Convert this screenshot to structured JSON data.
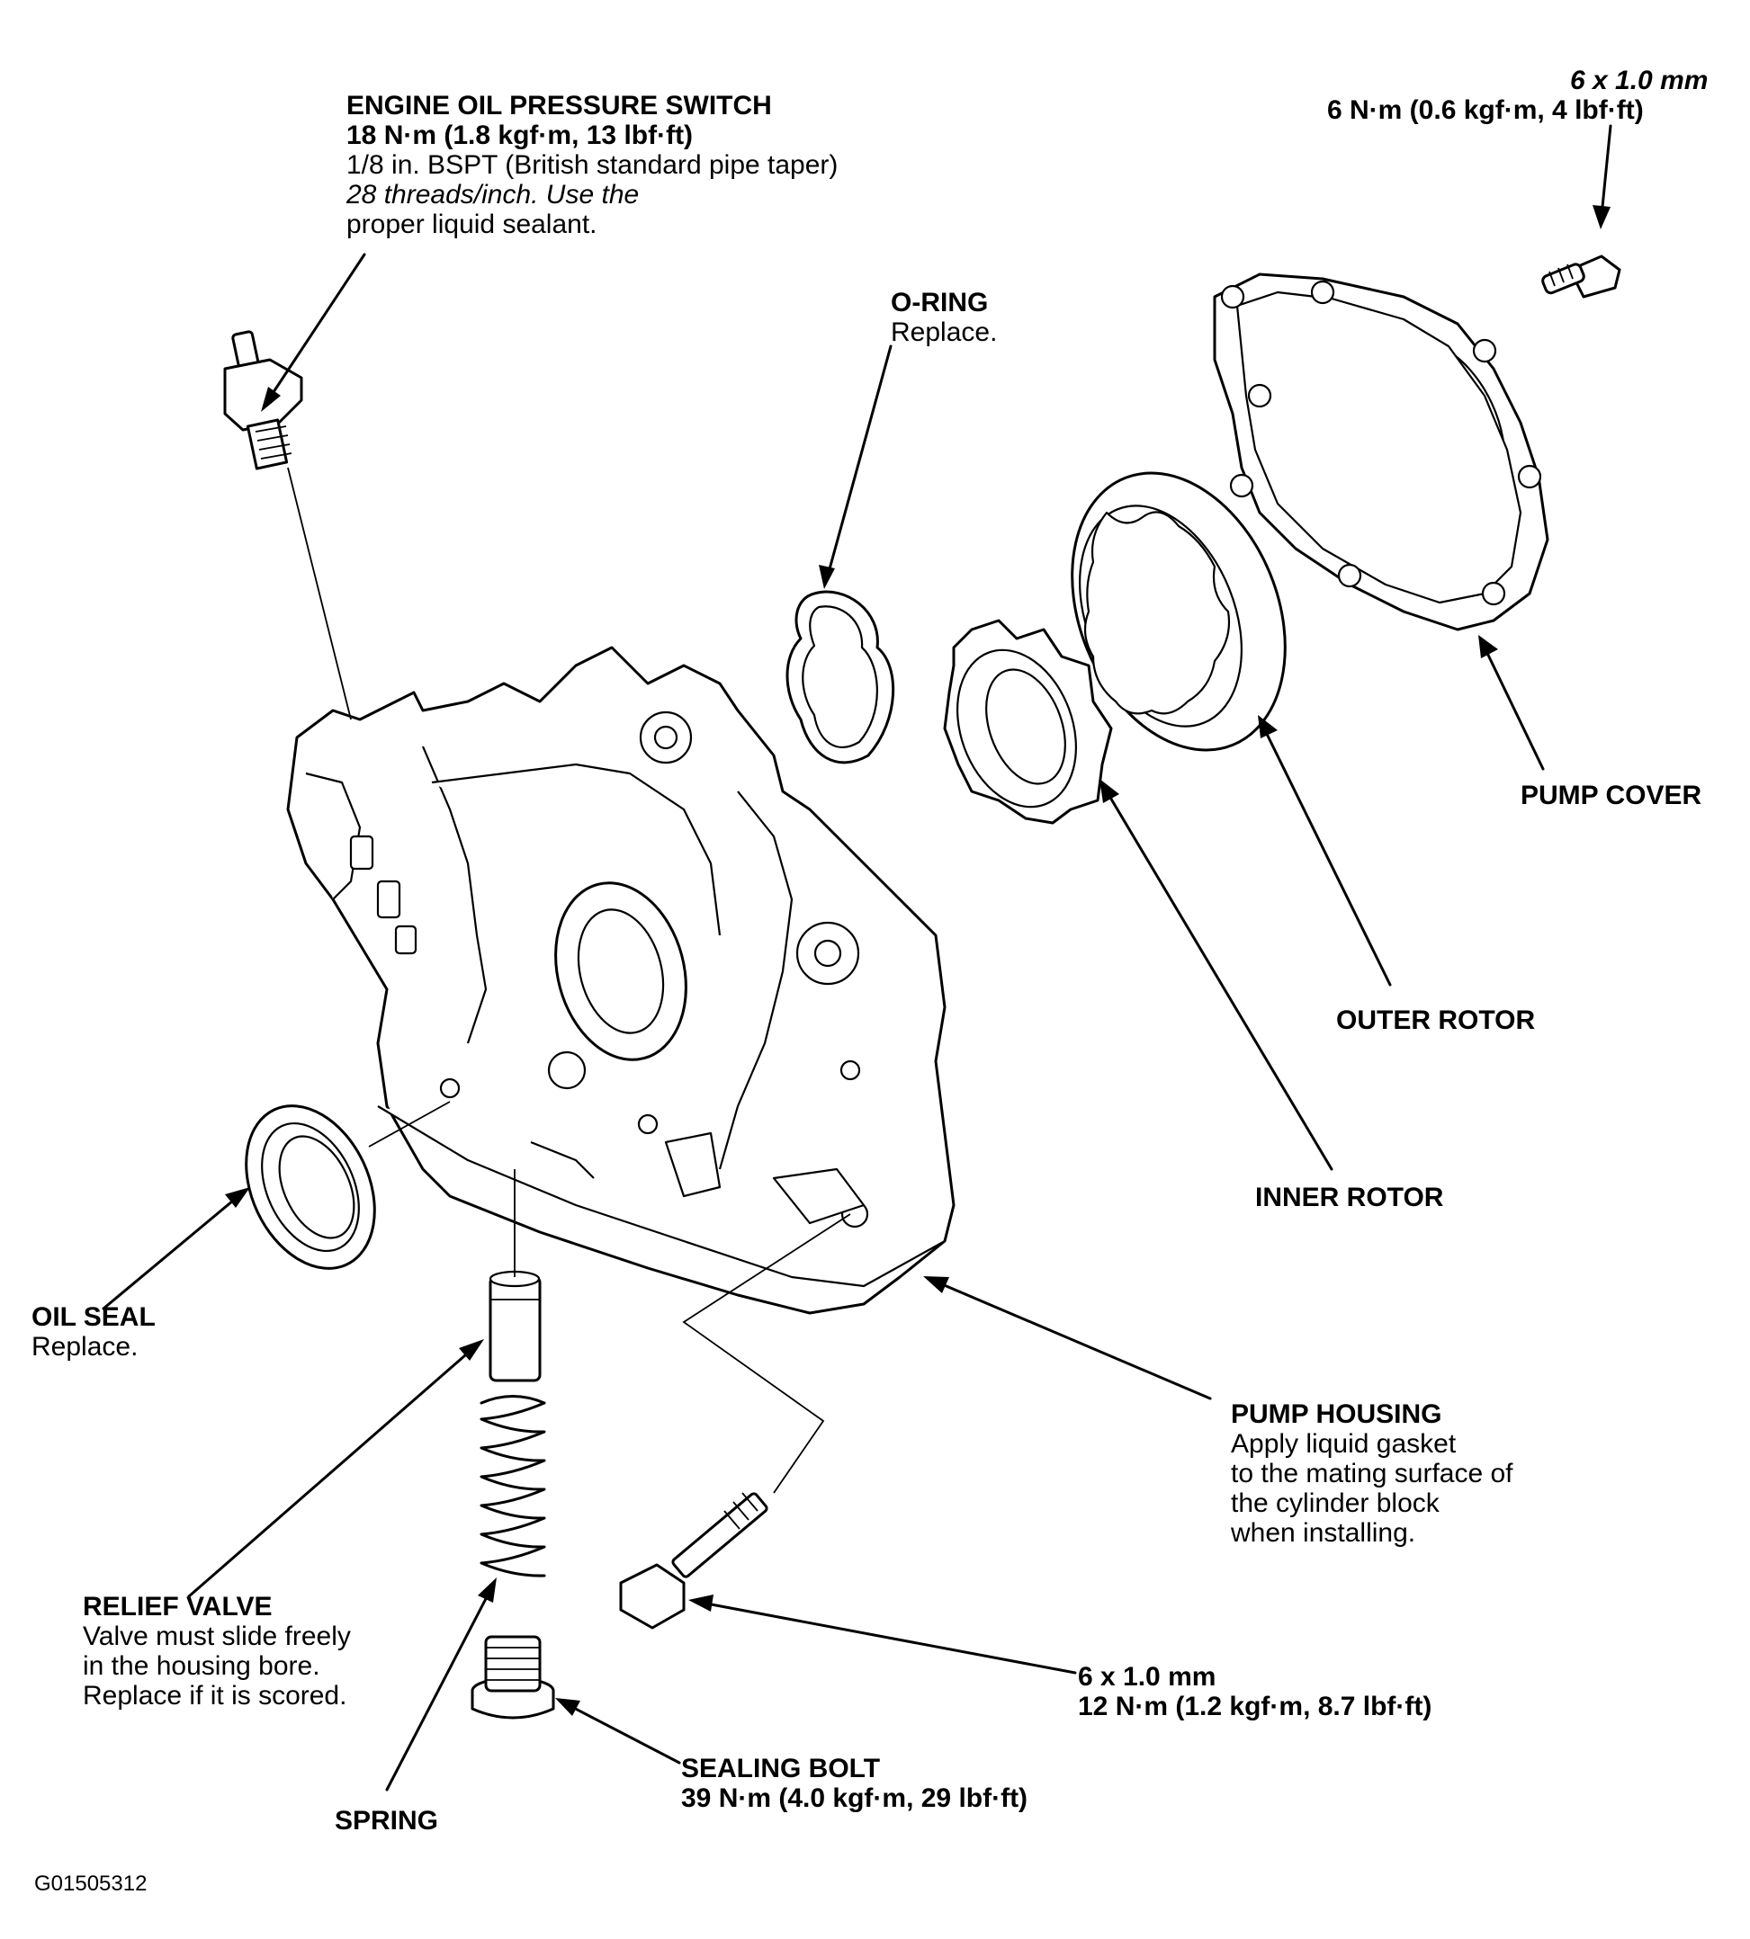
{
  "labels": {
    "oil_pressure_switch": {
      "title": "ENGINE OIL PRESSURE SWITCH",
      "torque": "18 N·m (1.8 kgf·m, 13 lbf·ft)",
      "line1": "1/8 in. BSPT (British standard pipe taper)",
      "line2": "28 threads/inch. Use the",
      "line3": "proper liquid sealant."
    },
    "cover_bolt": {
      "size": "6 x 1.0 mm",
      "torque": "6 N·m (0.6 kgf·m, 4 lbf·ft)"
    },
    "o_ring": {
      "title": "O-RING",
      "note": "Replace."
    },
    "pump_cover": {
      "title": "PUMP COVER"
    },
    "outer_rotor": {
      "title": "OUTER ROTOR"
    },
    "inner_rotor": {
      "title": "INNER ROTOR"
    },
    "oil_seal": {
      "title": "OIL SEAL",
      "note": "Replace."
    },
    "pump_housing": {
      "title": "PUMP HOUSING",
      "line1": "Apply liquid gasket",
      "line2": "to the mating surface of",
      "line3": "the cylinder block",
      "line4": "when installing."
    },
    "relief_valve": {
      "title": "RELIEF VALVE",
      "line1": "Valve must slide freely",
      "line2": "in the housing bore.",
      "line3": "Replace if it is scored."
    },
    "housing_bolt": {
      "size": "6 x 1.0 mm",
      "torque": "12 N·m (1.2 kgf·m, 8.7 lbf·ft)"
    },
    "sealing_bolt": {
      "title": "SEALING BOLT",
      "torque": "39 N·m (4.0 kgf·m, 29 lbf·ft)"
    },
    "spring": {
      "title": "SPRING"
    },
    "figure_code": "G01505312"
  }
}
